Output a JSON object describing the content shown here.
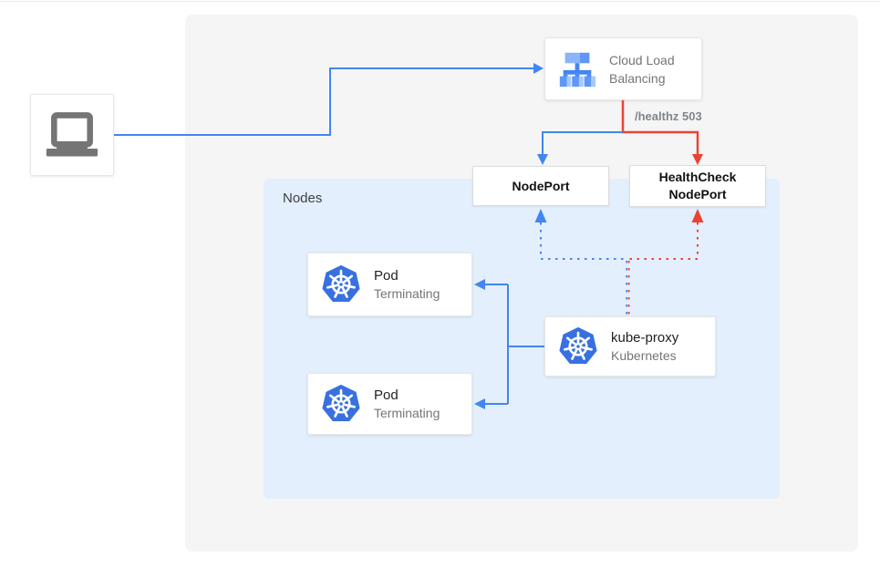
{
  "colors": {
    "arrow_blue": "#4285f4",
    "arrow_red": "#ea4335",
    "kubernetes_blue": "#3870e0",
    "panel_gray": "#f5f5f6",
    "nodes_panel_blue": "#e3effc",
    "text_dark": "#212121",
    "text_gray": "#757575"
  },
  "diagram": {
    "client": {
      "icon": "laptop-icon"
    },
    "load_balancer": {
      "label": "Cloud Load Balancing",
      "icon": "load-balancer-icon"
    },
    "health_check_label": "/healthz 503",
    "node_port": {
      "label": "NodePort"
    },
    "health_check_node_port": {
      "label": "HealthCheck NodePort"
    },
    "nodes_group": {
      "label": "Nodes"
    },
    "pods": [
      {
        "title": "Pod",
        "status": "Terminating",
        "icon": "kubernetes-icon"
      },
      {
        "title": "Pod",
        "status": "Terminating",
        "icon": "kubernetes-icon"
      }
    ],
    "kube_proxy": {
      "title": "kube-proxy",
      "subtitle": "Kubernetes",
      "icon": "kubernetes-icon"
    }
  }
}
